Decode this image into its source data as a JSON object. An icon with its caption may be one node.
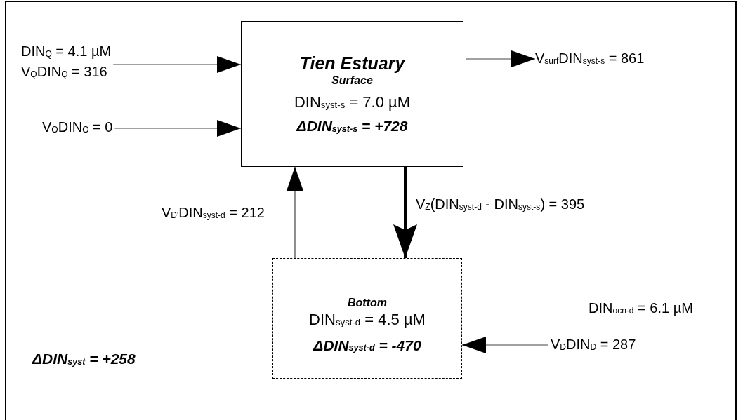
{
  "diagram": {
    "nodes": [
      {
        "text": [
          "Tien Estuary",
          "Surface",
          "DIN$_{syst-s}$ = 7.0 µM",
          "ΔDIN$_{syst-s}$ = +728"
        ]
      },
      {
        "text": [
          "Bottom",
          "DIN$_{syst-d}$ = 4.5 µM",
          "ΔDIN$_{syst-d}$ = -470"
        ]
      },
      {
        "text": [
          "DIN$_{Q}$ = 4.1 µM",
          "V$_{Q}$DIN$_{Q}$ = 316"
        ]
      },
      {
        "text": [
          "V$_{O}$DIN$_{O}$ = 0"
        ]
      },
      {
        "text": [
          "V$_{surf}$DIN$_{syst-s}$ = 861"
        ]
      },
      {
        "text": [
          "V$_{D}$DIN$_{D}$ = 287"
        ]
      }
    ],
    "edges": [
      {
        "from": 2,
        "to": 0,
        "arrow": "to"
      },
      {
        "from": 3,
        "to": 0,
        "arrow": "to"
      },
      {
        "from": 0,
        "to": 4,
        "arrow": "to"
      },
      {
        "from": 0,
        "to": 1,
        "arrow": "to",
        "style": "thick",
        "label": "V$_{Z}$(DIN$_{syst-d}$ - DIN$_{syst-s}$) = 395"
      },
      {
        "from": 1,
        "to": 0,
        "arrow": "to",
        "label": "V$_{D'}$DIN$_{syst-d}$ = 212"
      },
      {
        "from": 5,
        "to": 1,
        "arrow": "to"
      }
    ],
    "labels": [
      "DIN$_{ocn-d}$ = 6.1 µM",
      "ΔDIN$_{syst}$ = +258"
    ]
  }
}
